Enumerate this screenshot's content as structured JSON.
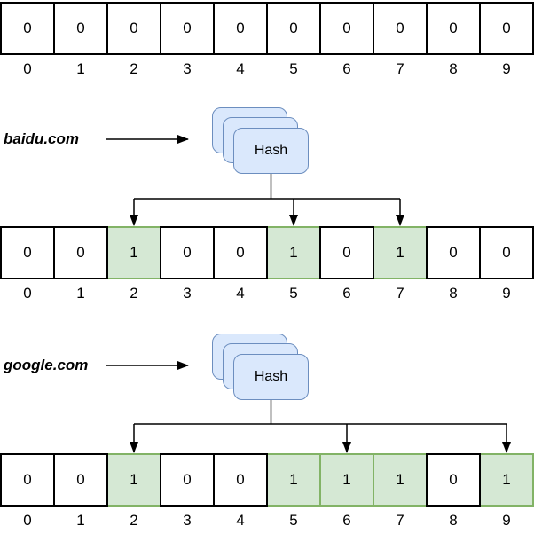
{
  "diagram": {
    "name": "bloom-filter-illustration",
    "colors": {
      "set_cell_fill": "#d5e8d4",
      "set_cell_border": "#82b366",
      "hash_fill": "#dae8fc",
      "hash_border": "#6c8ebf",
      "line": "#000000",
      "cell_border": "#000000"
    },
    "bit_arrays": [
      {
        "name": "initial",
        "values": [
          "0",
          "0",
          "0",
          "0",
          "0",
          "0",
          "0",
          "0",
          "0",
          "0"
        ],
        "set_indices": [],
        "index_labels": [
          "0",
          "1",
          "2",
          "3",
          "4",
          "5",
          "6",
          "7",
          "8",
          "9"
        ]
      },
      {
        "name": "after-baidu",
        "values": [
          "0",
          "0",
          "1",
          "0",
          "0",
          "1",
          "0",
          "1",
          "0",
          "0"
        ],
        "set_indices": [
          2,
          5,
          7
        ],
        "index_labels": [
          "0",
          "1",
          "2",
          "3",
          "4",
          "5",
          "6",
          "7",
          "8",
          "9"
        ]
      },
      {
        "name": "after-google",
        "values": [
          "0",
          "0",
          "1",
          "0",
          "0",
          "1",
          "1",
          "1",
          "0",
          "1"
        ],
        "set_indices": [
          2,
          5,
          6,
          7,
          9
        ],
        "index_labels": [
          "0",
          "1",
          "2",
          "3",
          "4",
          "5",
          "6",
          "7",
          "8",
          "9"
        ]
      }
    ],
    "operations": [
      {
        "name": "baidu",
        "input_label": "baidu.com",
        "hash_box_label": "Hash",
        "target_indices": [
          2,
          5,
          7
        ]
      },
      {
        "name": "google",
        "input_label": "google.com",
        "hash_box_label": "Hash",
        "target_indices": [
          2,
          6,
          9
        ]
      }
    ]
  }
}
